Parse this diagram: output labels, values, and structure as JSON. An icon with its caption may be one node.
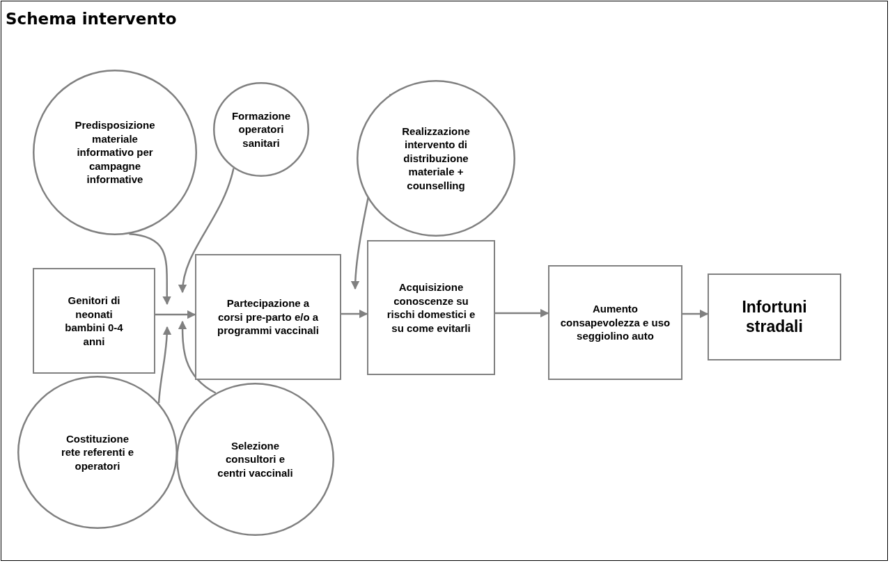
{
  "diagram": {
    "title": "Schema intervento",
    "nodes": [
      {
        "text": [
          "Genitori di neonati bambini 0-4 anni"
        ]
      },
      {
        "text": [
          "Partecipazione a corsi pre-parto e/o a programmi vaccinali"
        ]
      },
      {
        "text": [
          "Acquisizione conoscenze su rischi domestici e su come evitarli"
        ]
      },
      {
        "text": [
          "Aumento consapevolezza e uso seggiolino auto"
        ]
      },
      {
        "text": [
          "Infortuni stradali"
        ]
      },
      {
        "text": [
          "Predisposizione materiale informativo per campagne informative"
        ]
      },
      {
        "text": [
          "Formazione operatori sanitari"
        ]
      },
      {
        "text": [
          "Realizzazione intervento di distribuzione materiale + counselling"
        ]
      },
      {
        "text": [
          "Costituzione rete referenti e operatori"
        ]
      },
      {
        "text": [
          "Selezione consultori e centri vaccinali"
        ]
      }
    ],
    "edges": [
      {
        "from": 0,
        "to": 1,
        "arrow": "to"
      },
      {
        "from": 1,
        "to": 2,
        "arrow": "to"
      },
      {
        "from": 2,
        "to": 3,
        "arrow": "to"
      },
      {
        "from": 3,
        "to": 4,
        "arrow": "to"
      },
      {
        "from": 5,
        "to": 0,
        "arrow": "to"
      },
      {
        "from": 6,
        "to": 1,
        "arrow": "to"
      },
      {
        "from": 7,
        "to": 2,
        "arrow": "to"
      },
      {
        "from": 8,
        "to": 0,
        "arrow": "to"
      },
      {
        "from": 9,
        "to": 1,
        "arrow": "to"
      }
    ]
  }
}
